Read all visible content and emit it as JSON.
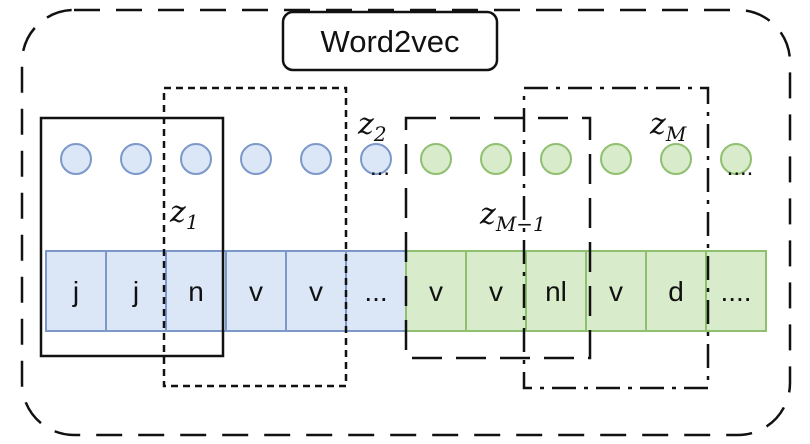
{
  "title": "Word2vec",
  "colors": {
    "blue_fill": "#dbe6f7",
    "blue_stroke": "#7b98c9",
    "green_fill": "#d8ebca",
    "green_stroke": "#8fc06f"
  },
  "blue_tokens": [
    "j",
    "j",
    "n",
    "v",
    "v",
    "..."
  ],
  "green_tokens": [
    "v",
    "v",
    "nl",
    "v",
    "d",
    "...."
  ],
  "window_labels": {
    "z1": {
      "base": "z",
      "sub": "1"
    },
    "z2": {
      "base": "z",
      "sub": "2"
    },
    "zM1": {
      "base": "z",
      "sub": "M−1"
    },
    "zM": {
      "base": "z",
      "sub": "M"
    }
  },
  "circle_ellipses": {
    "blue": "...",
    "green": "...."
  }
}
